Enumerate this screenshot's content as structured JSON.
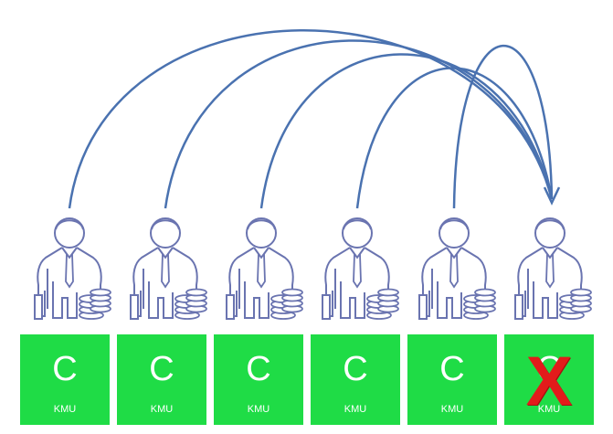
{
  "colors": {
    "arc": "#4a72b0",
    "figure_stroke": "#6a74b0",
    "box_fill": "#1fdc46",
    "box_text": "#ffffff",
    "cross": "#e31b1b"
  },
  "diagram": {
    "target_index": 5,
    "arrowhead": "arrow-down-icon",
    "boxes": [
      {
        "letter": "C",
        "label": "KMU",
        "crossed": false
      },
      {
        "letter": "C",
        "label": "KMU",
        "crossed": false
      },
      {
        "letter": "C",
        "label": "KMU",
        "crossed": false
      },
      {
        "letter": "C",
        "label": "KMU",
        "crossed": false
      },
      {
        "letter": "C",
        "label": "KMU",
        "crossed": false
      },
      {
        "letter": "C",
        "label": "KMU",
        "crossed": true,
        "cross_mark": "X"
      }
    ],
    "figures": [
      {
        "icon": "businessman-with-coins-icon"
      },
      {
        "icon": "businessman-with-coins-icon"
      },
      {
        "icon": "businessman-with-coins-icon"
      },
      {
        "icon": "businessman-with-coins-icon"
      },
      {
        "icon": "businessman-with-coins-icon"
      },
      {
        "icon": "businessman-with-coins-icon"
      }
    ]
  }
}
